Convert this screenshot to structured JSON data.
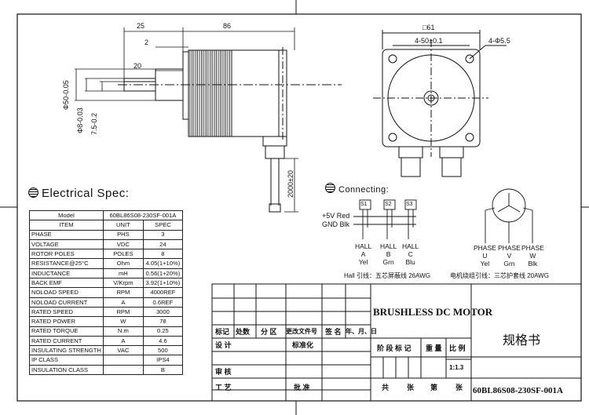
{
  "side_view": {
    "dims": {
      "overall": "25",
      "body": "86",
      "shoulder": "2",
      "shaft": "20",
      "flange_dia": "Φ50-0.05",
      "shaft_dia": "Φ8-0.03",
      "flat": "7.5-0.2",
      "lead": "2000±20"
    }
  },
  "front_view": {
    "dims": {
      "square": "□61",
      "bolt_pitch": "4-50±0.1",
      "holes": "4-Φ5.5"
    }
  },
  "spec_section": {
    "heading": "Electrical Spec:",
    "model_label": "Model",
    "model_value": "60BL86S08-230SF-001A",
    "columns": [
      "ITEM",
      "UNIT",
      "SPEC"
    ],
    "rows": [
      [
        "PHASE",
        "PHS",
        "3"
      ],
      [
        "VOLTAGE",
        "VDC",
        "24"
      ],
      [
        "ROTOR POLES",
        "POLES",
        "8"
      ],
      [
        "RESISTANCE@25°C",
        "Ohm",
        "4.05(1+10%)"
      ],
      [
        "INDUCTANCE",
        "mH",
        "0.56(1+20%)"
      ],
      [
        "BACK EMF",
        "V/Krpm",
        "3.92(1+10%)"
      ],
      [
        "NOLOAD SPEED",
        "RPM",
        "4000REF"
      ],
      [
        "NOLOAD CURRENT",
        "A",
        "0.6REF"
      ],
      [
        "RATED SPEED",
        "RPM",
        "3000"
      ],
      [
        "RATED POWER",
        "W",
        "78"
      ],
      [
        "RATED TORQUE",
        "N.m",
        "0.25"
      ],
      [
        "RATED CURRENT",
        "A",
        "4.6"
      ],
      [
        "INSULATING STRENGTH",
        "VAC",
        "500"
      ],
      [
        "IP CLASS",
        "",
        "IPS4"
      ],
      [
        "INSULATION CLASS",
        "",
        "B"
      ]
    ]
  },
  "connecting": {
    "heading": "Connecting:",
    "sensors": [
      "S1",
      "S2",
      "S3"
    ],
    "supply": [
      "+5V Red",
      "GND Blk"
    ],
    "hall": [
      {
        "name": "HALL",
        "phase": "A",
        "color": "Yel"
      },
      {
        "name": "HALL",
        "phase": "B",
        "color": "Grn"
      },
      {
        "name": "HALL",
        "phase": "C",
        "color": "Blu"
      }
    ],
    "hall_note": "Hall 引线：五芯屏蔽线 26AWG",
    "phase": [
      {
        "name": "PHASE",
        "phase": "U",
        "color": "Yel"
      },
      {
        "name": "PHASE",
        "phase": "V",
        "color": "Grn"
      },
      {
        "name": "PHASE",
        "phase": "W",
        "color": "Blk"
      }
    ],
    "phase_note": "电机绕组引线：三芯护套线 20AWG"
  },
  "title_block": {
    "product": "BRUSHLESS DC MOTOR",
    "doc_type": "规格书",
    "drawing_no": "60BL86S08-230SF-001A",
    "scale": "1:1.3",
    "row_labels": {
      "mark": "标记",
      "count": "处数",
      "zone": "分 区",
      "doc_no": "更改文件号",
      "sign": "签 名",
      "date": "年、月、日",
      "design": "设 计",
      "standard": "标准化",
      "review": "审 核",
      "process": "工 艺",
      "approve": "批 准",
      "stage": "阶 段 标 记",
      "weight": "重 量",
      "ratio": "比 例",
      "total": "共",
      "sheet": "张",
      "no": "第",
      "sheet2": "张"
    }
  }
}
